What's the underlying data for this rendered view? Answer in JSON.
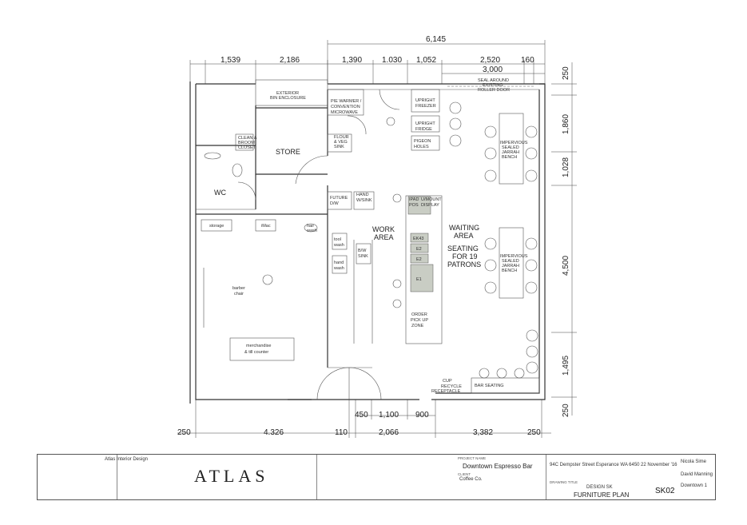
{
  "dimensions": {
    "top_overall": "6,145",
    "top_1539": "1,539",
    "top_2186": "2,186",
    "top_1390": "1,390",
    "top_1030": "1.030",
    "top_1052": "1,052",
    "top_2520": "2,520",
    "top_160": "160",
    "top_3000": "3,000",
    "right_250_top": "250",
    "right_1860": "1,860",
    "right_1028": "1,028",
    "right_4500": "4,500",
    "right_1495": "1,495",
    "right_250_bottom": "250",
    "bottom_250_left": "250",
    "bottom_4326": "4.326",
    "bottom_110": "110",
    "bottom_450": "450",
    "bottom_1100": "1,100",
    "bottom_900": "900",
    "bottom_2066": "2,066",
    "bottom_3382": "3,382",
    "bottom_250_right": "250"
  },
  "rooms": {
    "store": "STORE",
    "wc": "WC",
    "work_area_1": "WORK",
    "work_area_2": "AREA",
    "waiting_1": "WAITING",
    "waiting_2": "AREA",
    "seating_1": "SEATING",
    "seating_2": "FOR 19",
    "seating_3": "PATRONS"
  },
  "labels": {
    "exterior_bin_1": "EXTERIOR",
    "exterior_bin_2": "BIN ENCLOSURE",
    "pie_warmer_1": "PIE WARMER /",
    "pie_warmer_2": "CONVENTION",
    "pie_warmer_3": "MICROWAVE",
    "upright_freezer_1": "UPRIGHT",
    "upright_freezer_2": "FREEZER",
    "upright_fridge_1": "UPRIGHT",
    "upright_fridge_2": "FRIDGE",
    "pigeon_holes_1": "PIGEON",
    "pigeon_holes_2": "HOLES",
    "sealing_door_1": "SEAL AROUND",
    "sealing_door_2": "EXISTING",
    "sealing_door_3": "ROLLER DOOR",
    "cleaner_1": "CLEAN &",
    "cleaner_2": "BROOM",
    "cleaner_3": "CLOSET",
    "flour_sink_1": "FLOUR",
    "flour_sink_2": "& VEG",
    "flour_sink_3": "SINK",
    "future_dw_1": "FUTURE",
    "future_dw_2": "D/W",
    "hand_wash_1": "HAND",
    "hand_wash_2": "W/SINK",
    "ipad_pos_1": "IPAD",
    "ipad_pos_2": "POS",
    "umount_1": "U/MOUNT",
    "umount_2": "DISPLAY",
    "bench1_1": "IMPERVIOUS",
    "bench1_2": "SEALED",
    "bench1_3": "JARRAH",
    "bench1_4": "BENCH",
    "bench2_1": "IMPERVIOUS",
    "bench2_2": "SEALED",
    "bench2_3": "JARRAH",
    "bench2_4": "BENCH",
    "storage": "storage",
    "imac": "iMac",
    "hair_wash": "hair",
    "hair_wash2": "wash",
    "tool_wash_1": "tool",
    "tool_wash_2": "wash",
    "hand_wash2_1": "hand",
    "hand_wash2_2": "wash",
    "bw_sink_1": "B/W",
    "bw_sink_2": "SINK",
    "barber_1": "barber",
    "barber_2": "chair",
    "merch_1": "merchandise",
    "merch_2": "& till counter",
    "ek43": "EK43",
    "e2a": "E2",
    "e2b": "E2",
    "e1": "E1",
    "order_1": "ORDER",
    "order_2": "PICK UP",
    "order_3": "ZONE",
    "cup_1": "CUP",
    "cup_2": "RECYCLE",
    "cup_3": "RECEPTACLE",
    "bar_seating": "BAR SEATING"
  },
  "titleblock": {
    "company": "Atlas Interior Design",
    "logo": "ATLAS",
    "project_name_label": "PROJECT NAME",
    "project_name": "Downtown Espresso Bar",
    "client_label": "CLIENT",
    "client": "Coffee Co.",
    "address": "94C Dempster Street Esperance WA 6450",
    "date": "22 November '16",
    "drawn_by": "Nicola Sime",
    "checked_by": "David Manning",
    "project_no": "Downtown 1",
    "drawing_title_label": "DRAWING TITLE",
    "design_sk": "DESIGN SK",
    "furniture_plan": "FURNITURE PLAN",
    "sheet": "SK02"
  },
  "colors": {
    "line": "#333333",
    "machine_fill": "#c9cdc4",
    "background": "#ffffff"
  }
}
